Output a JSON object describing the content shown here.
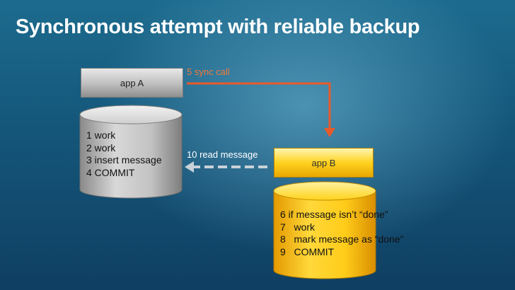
{
  "slide": {
    "title": "Synchronous attempt with reliable backup"
  },
  "app_a": {
    "label": "app A",
    "db_steps": [
      "1 work",
      "2 work",
      "3 insert message",
      "4 COMMIT"
    ]
  },
  "app_b": {
    "label": "app B",
    "db_steps": [
      "6 if message isn’t “done”",
      "7   work",
      "8   mark message as “done”",
      "9   COMMIT"
    ]
  },
  "arrows": {
    "sync_call": "5 sync call",
    "read_message": "10 read message"
  },
  "colors": {
    "sync_arrow": "#e85a2a",
    "read_arrow": "#c9d2d8"
  }
}
